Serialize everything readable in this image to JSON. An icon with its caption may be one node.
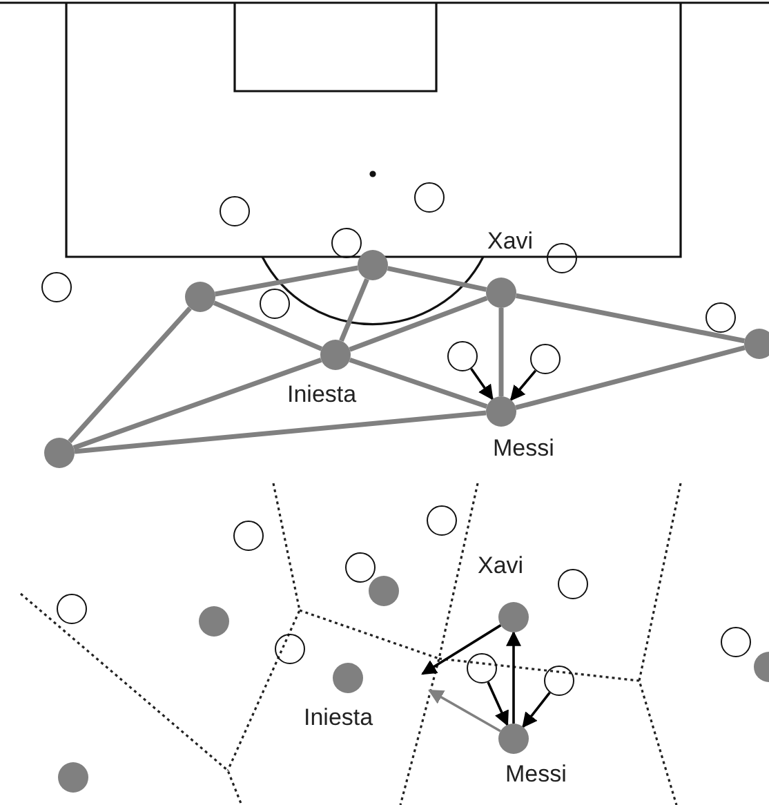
{
  "diagram": {
    "nodes": [
      {
        "text": [],
        "shape": "circle"
      },
      {
        "text": [],
        "shape": "circle"
      },
      {
        "text": [],
        "shape": "circle"
      },
      {
        "text": [],
        "shape": "circle"
      },
      {
        "text": [],
        "shape": "dot"
      },
      {
        "text": [],
        "shape": "circle"
      },
      {
        "text": [],
        "shape": "dot",
        "beside": [
          "Xavi"
        ]
      },
      {
        "text": [],
        "shape": "dot"
      },
      {
        "text": [],
        "shape": "circle"
      },
      {
        "text": [],
        "shape": "circle"
      },
      {
        "text": [],
        "shape": "dot"
      },
      {
        "text": [],
        "shape": "dot",
        "beside": [
          "Iniesta"
        ]
      },
      {
        "text": [],
        "shape": "circle"
      },
      {
        "text": [],
        "shape": "circle"
      },
      {
        "text": [],
        "shape": "dot",
        "beside": [
          "Messi"
        ]
      },
      {
        "text": [],
        "shape": "dot"
      },
      {
        "text": [],
        "shape": "circle"
      },
      {
        "text": [],
        "shape": "circle"
      },
      {
        "text": [],
        "shape": "circle"
      },
      {
        "text": [],
        "shape": "circle"
      },
      {
        "text": [],
        "shape": "dot"
      },
      {
        "text": [],
        "shape": "circle"
      },
      {
        "text": [],
        "shape": "dot",
        "beside": [
          "Xavi"
        ]
      },
      {
        "text": [],
        "shape": "dot"
      },
      {
        "text": [],
        "shape": "circle"
      },
      {
        "text": [],
        "shape": "circle"
      },
      {
        "text": [],
        "shape": "dot"
      },
      {
        "text": [],
        "shape": "dot",
        "beside": [
          "Iniesta"
        ]
      },
      {
        "text": [],
        "shape": "circle"
      },
      {
        "text": [],
        "shape": "circle"
      },
      {
        "text": [],
        "shape": "dot",
        "beside": [
          "Messi"
        ]
      },
      {
        "text": [],
        "shape": "dot"
      }
    ],
    "edges": [
      {
        "from": 15,
        "to": 7,
        "arrow": "none"
      },
      {
        "from": 15,
        "to": 11,
        "arrow": "none"
      },
      {
        "from": 15,
        "to": 14,
        "arrow": "none"
      },
      {
        "from": 7,
        "to": 4,
        "arrow": "none"
      },
      {
        "from": 7,
        "to": 11,
        "arrow": "none"
      },
      {
        "from": 4,
        "to": 11,
        "arrow": "none"
      },
      {
        "from": 4,
        "to": 6,
        "arrow": "none"
      },
      {
        "from": 11,
        "to": 6,
        "arrow": "none"
      },
      {
        "from": 11,
        "to": 14,
        "arrow": "none"
      },
      {
        "from": 6,
        "to": 14,
        "arrow": "none"
      },
      {
        "from": 6,
        "to": 10,
        "arrow": "none"
      },
      {
        "from": 14,
        "to": 10,
        "arrow": "none"
      },
      {
        "from": 12,
        "to": 14,
        "arrow": "to",
        "color": "#000000"
      },
      {
        "from": 13,
        "to": 14,
        "arrow": "to",
        "color": "#000000"
      },
      {
        "from": 28,
        "to": 30,
        "arrow": "to",
        "color": "#000000"
      },
      {
        "from": 29,
        "to": 30,
        "arrow": "to",
        "color": "#000000"
      },
      {
        "from": 30,
        "to": 22,
        "arrow": "to",
        "color": "#000000"
      },
      {
        "from": 22,
        "to": null,
        "arrow": "to",
        "color": "#000000"
      },
      {
        "from": 30,
        "to": null,
        "arrow": "to"
      }
    ]
  }
}
